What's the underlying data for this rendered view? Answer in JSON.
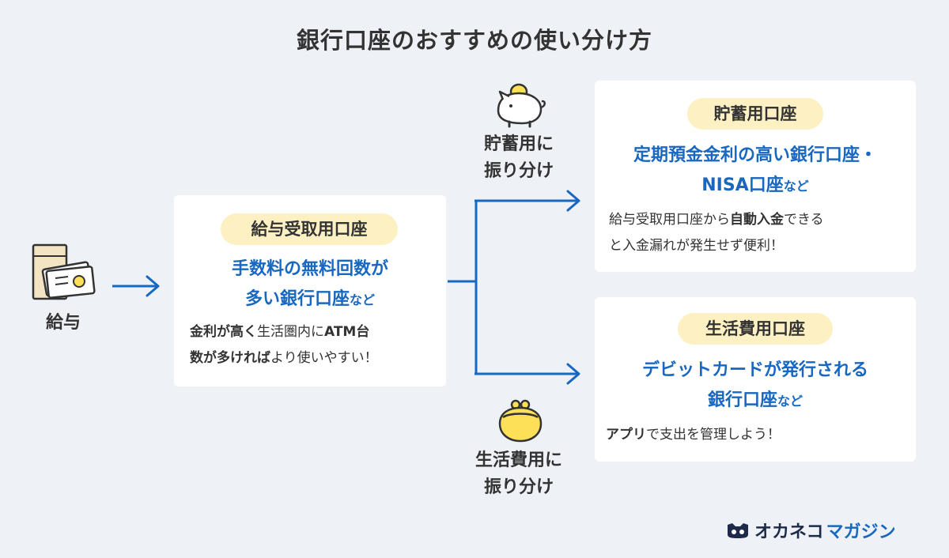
{
  "title": "銀行口座のおすすめの使い分け方",
  "salary": {
    "label": "給与"
  },
  "main_card": {
    "pill": "給与受取用口座",
    "head_line1": "手数料の無料回数が",
    "head_line2_main": "多い銀行口座",
    "head_line2_small": "など",
    "desc_line1": [
      {
        "t": "金利が高く",
        "b": true
      },
      {
        "t": "生活圏内に",
        "b": false
      },
      {
        "t": "ATM台",
        "b": true
      }
    ],
    "desc_line2": [
      {
        "t": "数が多ければ",
        "b": true
      },
      {
        "t": "より使いやすい！",
        "b": false
      }
    ]
  },
  "savings_route": {
    "line1": "貯蓄用に",
    "line2": "振り分け"
  },
  "living_route": {
    "line1": "生活費用に",
    "line2": "振り分け"
  },
  "savings_card": {
    "pill": "貯蓄用口座",
    "head_line1": "定期預金金利の高い銀行口座・",
    "head_line2_main": "NISA口座",
    "head_line2_small": "など",
    "desc_line1": [
      {
        "t": "給与受取用口座から",
        "b": false
      },
      {
        "t": "自動入金",
        "b": true
      },
      {
        "t": "できる",
        "b": false
      }
    ],
    "desc_line2": [
      {
        "t": "と入金漏れが発生せず便利！",
        "b": false
      }
    ]
  },
  "living_card": {
    "pill": "生活費用口座",
    "head_line1": "デビットカードが発行される",
    "head_line2_main": "銀行口座",
    "head_line2_small": "など",
    "desc_line1": [
      {
        "t": "アプリ",
        "b": true
      },
      {
        "t": "で支出を管理しよう！",
        "b": false
      }
    ]
  },
  "logo": {
    "part1": "オカネコ",
    "part2": "マガジン"
  },
  "colors": {
    "accent_blue": "#1867c0",
    "pill_yellow": "#fdf1c3",
    "coin_yellow": "#fde058",
    "background": "#eef1f5"
  }
}
